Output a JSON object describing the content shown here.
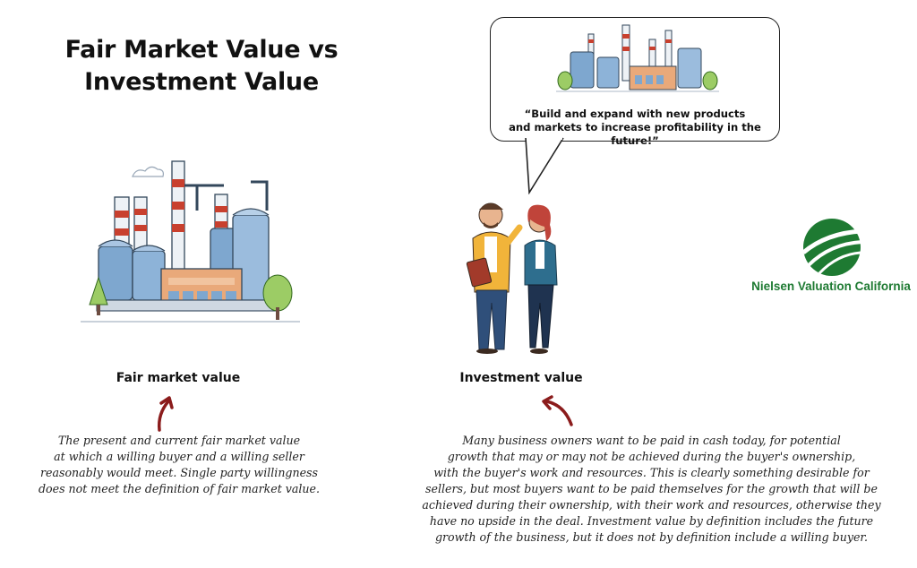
{
  "title": "Fair Market Value vs Investment Value",
  "title_line1": "Fair Market Value vs",
  "title_line2": "Investment Value",
  "left": {
    "label": "Fair market value",
    "description": [
      "The present and current fair market value",
      "at which a willing buyer and a willing seller",
      "reasonably would meet. Single party willingness",
      "does not meet the definition of fair market value."
    ]
  },
  "right": {
    "label": "Investment value",
    "quote_line1": "“Build and expand with new products",
    "quote_line2": "and markets to increase profitability in the future!”",
    "description": [
      "Many business owners want to be paid in cash today, for potential",
      "growth that may or may not be achieved during the buyer's ownership,",
      "with the buyer's work and resources. This is clearly something desirable for",
      "sellers, but most buyers want to be paid themselves for the growth that will be",
      "achieved during their ownership, with their work and resources, otherwise they",
      "have no upside in the deal. Investment value by definition includes the future",
      "growth of the business, but it does not by definition include a willing buyer."
    ]
  },
  "brand": {
    "name": "Nielsen Valuation California",
    "color": "#1e7a32"
  },
  "colors": {
    "arrow": "#8b1c1c",
    "factory_blue": "#7ea7cf",
    "stack_red": "#c8402e"
  },
  "icons": [
    "factory-illustration-icon",
    "business-people-icon",
    "nielsen-logo-icon",
    "curved-arrow-icon"
  ]
}
